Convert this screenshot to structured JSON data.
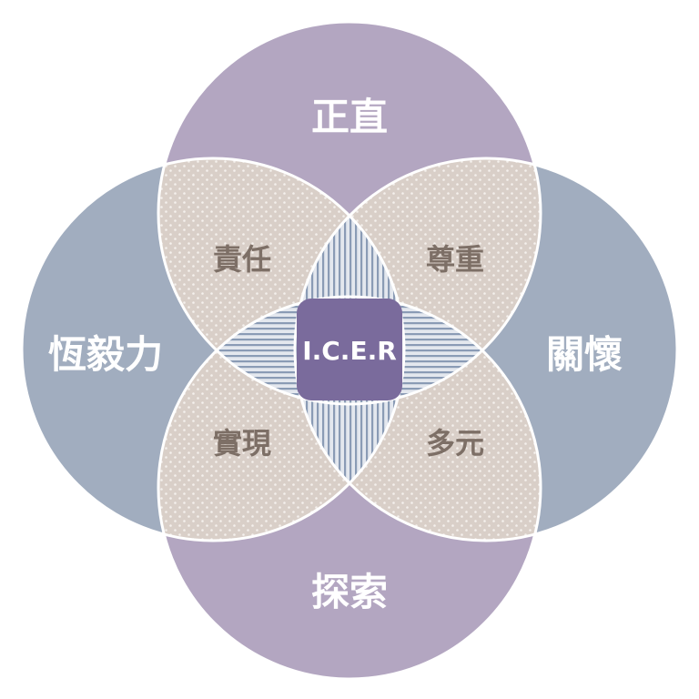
{
  "diagram": {
    "circles": {
      "top": {
        "label": "正直",
        "color": "#b3a6c1"
      },
      "bottom": {
        "label": "探索",
        "color": "#b3a6c1"
      },
      "left": {
        "label": "恆毅力",
        "color": "#a1adbf"
      },
      "right": {
        "label": "關懷",
        "color": "#a1adbf"
      }
    },
    "pair_overlaps": {
      "top_left": {
        "label": "責任"
      },
      "top_right": {
        "label": "尊重"
      },
      "bottom_left": {
        "label": "實現"
      },
      "bottom_right": {
        "label": "多元"
      }
    },
    "center": {
      "label": "I.C.E.R",
      "color": "#7a6b9c"
    },
    "colors": {
      "overlap_fill": "#d9cfc8",
      "dot": "#f4f0ec",
      "stripe_fill": "#e3e7ee",
      "stripe_line": "#8a9bb5",
      "circle_text": "#ffffff",
      "overlap_text": "#7d6f66",
      "outline": "#ffffff"
    }
  }
}
